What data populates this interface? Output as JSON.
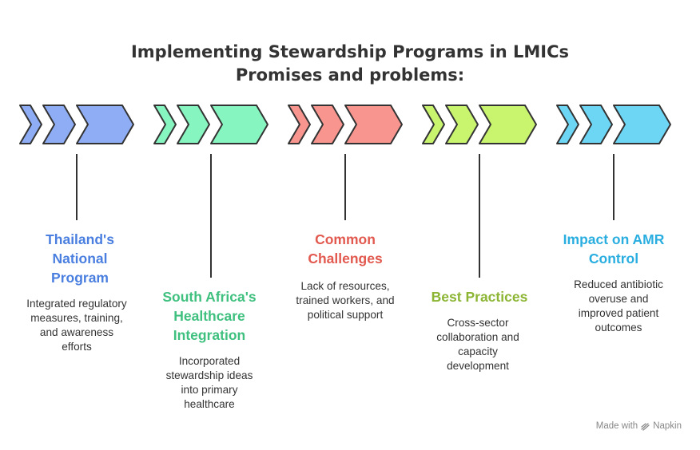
{
  "title": {
    "line1": "Implementing Stewardship Programs in LMICs",
    "line2": "Promises and problems:"
  },
  "colors": {
    "blue": "#8eadf5",
    "green": "#86f5c0",
    "red": "#f8958f",
    "lime": "#c8f46e",
    "cyan": "#6dd6f5",
    "blue_text": "#4a7fe0",
    "green_text": "#3fc07f",
    "red_text": "#e2594f",
    "lime_text": "#8cb534",
    "cyan_text": "#2aaee0"
  },
  "items": [
    {
      "title_lines": [
        "Thailand's",
        "National",
        "Program"
      ],
      "desc_lines": [
        "Integrated regulatory",
        "measures, training,",
        "and awareness",
        "efforts"
      ]
    },
    {
      "title_lines": [
        "South Africa's",
        "Healthcare",
        "Integration"
      ],
      "desc_lines": [
        "Incorporated",
        "stewardship ideas",
        "into primary",
        "healthcare"
      ]
    },
    {
      "title_lines": [
        "Common",
        "Challenges"
      ],
      "desc_lines": [
        "Lack of resources,",
        "trained workers, and",
        "political support"
      ]
    },
    {
      "title_lines": [
        "Best Practices"
      ],
      "desc_lines": [
        "Cross-sector",
        "collaboration and",
        "capacity",
        "development"
      ]
    },
    {
      "title_lines": [
        "Impact on AMR",
        "Control"
      ],
      "desc_lines": [
        "Reduced antibiotic",
        "overuse and",
        "improved patient",
        "outcomes"
      ]
    }
  ],
  "footer": {
    "made_with": "Made with",
    "brand": "Napkin",
    "icon": "napkin-logo-icon"
  }
}
